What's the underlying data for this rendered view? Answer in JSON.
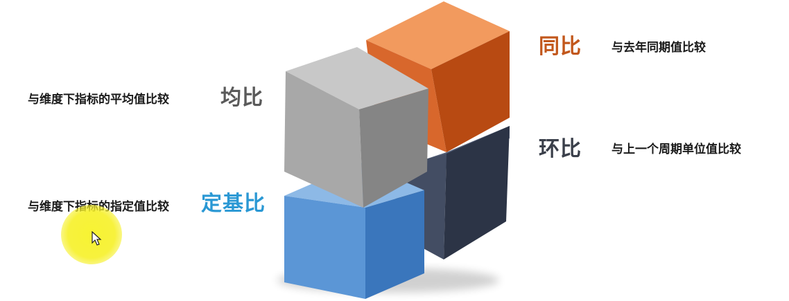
{
  "terms": {
    "yoy": {
      "term": "同比",
      "desc": "与去年同期值比较",
      "color": "#C2571B"
    },
    "mom": {
      "term": "环比",
      "desc": "与上一个周期单位值比较",
      "color": "#3A3F4A"
    },
    "avg": {
      "term": "均比",
      "desc": "与维度下指标的平均值比较",
      "color": "#5A5A5A"
    },
    "base": {
      "term": "定基比",
      "desc": "与维度下指标的指定值比较",
      "color": "#2A98D4"
    }
  },
  "cubes": {
    "orange": {
      "top": "#F29A5E",
      "left": "#D8672C",
      "right": "#B84A12"
    },
    "navy": {
      "top": "#56617A",
      "left": "#434D63",
      "right": "#2C3446"
    },
    "gray": {
      "top": "#C8C8C8",
      "left": "#A8A8A8",
      "right": "#858585"
    },
    "blue": {
      "top": "#8DB9E6",
      "left": "#5B96D6",
      "right": "#3A76BC"
    }
  },
  "cursor": {
    "icon": "mouse-pointer-icon",
    "highlight_color": "#F6F02A"
  }
}
